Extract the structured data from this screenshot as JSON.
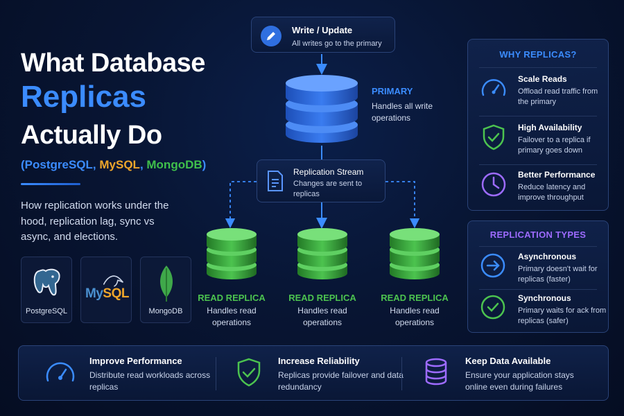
{
  "title": {
    "line1": "What Database",
    "line2": "Replicas",
    "line3": "Actually Do",
    "db_open": "(",
    "db_postgres": "PostgreSQL",
    "db_sep1": ", ",
    "db_mysql": "MySQL",
    "db_sep2": ", ",
    "db_mongo": "MongoDB",
    "db_close": ")"
  },
  "intro": "How replication works under the hood, replication lag, sync vs async, and elections.",
  "logos": [
    {
      "label": "PostgreSQL",
      "icon": "postgresql-elephant-icon"
    },
    {
      "label": "MongoDB",
      "icon": "mongodb-leaf-icon"
    }
  ],
  "mysql_logo_text": "MySQL",
  "write_box": {
    "title": "Write / Update",
    "desc": "All writes go to the primary",
    "icon": "pencil-icon"
  },
  "primary": {
    "label": "PRIMARY",
    "desc": "Handles all write operations"
  },
  "stream": {
    "title": "Replication Stream",
    "desc": "Changes are sent to replicas",
    "icon": "document-icon"
  },
  "replicas": [
    {
      "label": "READ REPLICA",
      "desc": "Handles read operations"
    },
    {
      "label": "READ REPLICA",
      "desc": "Handles read operations"
    },
    {
      "label": "READ REPLICA",
      "desc": "Handles read operations"
    }
  ],
  "why_panel": {
    "heading": "WHY REPLICAS?",
    "items": [
      {
        "title": "Scale Reads",
        "desc": "Offload read traffic from the primary",
        "icon": "speedometer-icon"
      },
      {
        "title": "High Availability",
        "desc": "Failover to a replica if primary goes down",
        "icon": "shield-check-icon"
      },
      {
        "title": "Better Performance",
        "desc": "Reduce latency and improve throughput",
        "icon": "clock-icon"
      }
    ]
  },
  "types_panel": {
    "heading": "REPLICATION TYPES",
    "items": [
      {
        "title": "Asynchronous",
        "desc": "Primary doesn't wait for replicas (faster)",
        "icon": "arrow-circle-icon"
      },
      {
        "title": "Synchronous",
        "desc": "Primary waits for ack from replicas (safer)",
        "icon": "check-circle-icon"
      }
    ]
  },
  "bottom": [
    {
      "title": "Improve Performance",
      "desc": "Distribute read workloads across replicas",
      "icon": "speedometer-icon"
    },
    {
      "title": "Increase Reliability",
      "desc": "Replicas provide failover and data redundancy",
      "icon": "shield-check-icon"
    },
    {
      "title": "Keep Data Available",
      "desc": "Ensure your application stays online even during failures",
      "icon": "database-icon"
    }
  ],
  "colors": {
    "primary_blue": "#3b8cff",
    "replica_green": "#4cc34f",
    "mysql_orange": "#f0a62b",
    "types_purple": "#9d6bff",
    "background": "#081533"
  }
}
